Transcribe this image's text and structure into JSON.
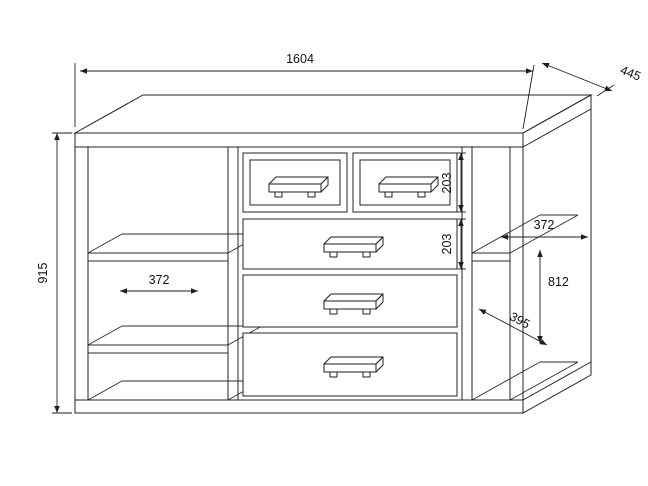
{
  "drawing": {
    "kind": "furniture-dimension-diagram",
    "subject": "sideboard with drawers and open shelves",
    "colors": {
      "background": "#ffffff",
      "line": "#232323",
      "text": "#101010"
    },
    "dimensions": {
      "total_width": "1604",
      "total_depth": "445",
      "total_height": "915",
      "left_opening_width": "372",
      "right_shelf_depth": "372",
      "right_opening_height": "812",
      "bottom_shelf_depth": "395",
      "top_drawer_height": "203",
      "second_drawer_height": "203"
    }
  }
}
